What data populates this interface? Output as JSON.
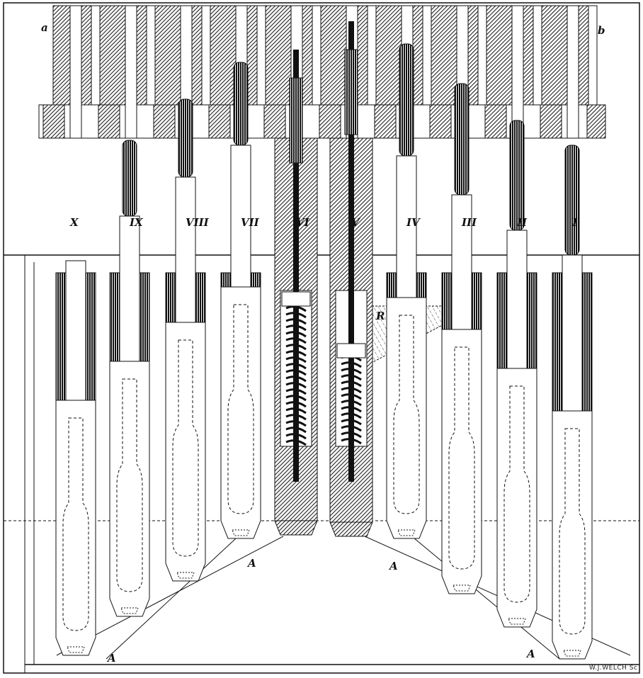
{
  "die_labels": {
    "left": "a",
    "right": "b"
  },
  "stations": [
    {
      "label": "X"
    },
    {
      "label": "IX"
    },
    {
      "label": "VIII"
    },
    {
      "label": "VII"
    },
    {
      "label": "VI"
    },
    {
      "label": "V"
    },
    {
      "label": "IV"
    },
    {
      "label": "III"
    },
    {
      "label": "II"
    },
    {
      "label": "I"
    }
  ],
  "line_labels": [
    "A",
    "A",
    "A",
    "A"
  ],
  "region_label": "R",
  "engraver_signature": "W.J.WELCH Sc",
  "colors": {
    "ink": "#111111",
    "paper": "#ffffff"
  }
}
